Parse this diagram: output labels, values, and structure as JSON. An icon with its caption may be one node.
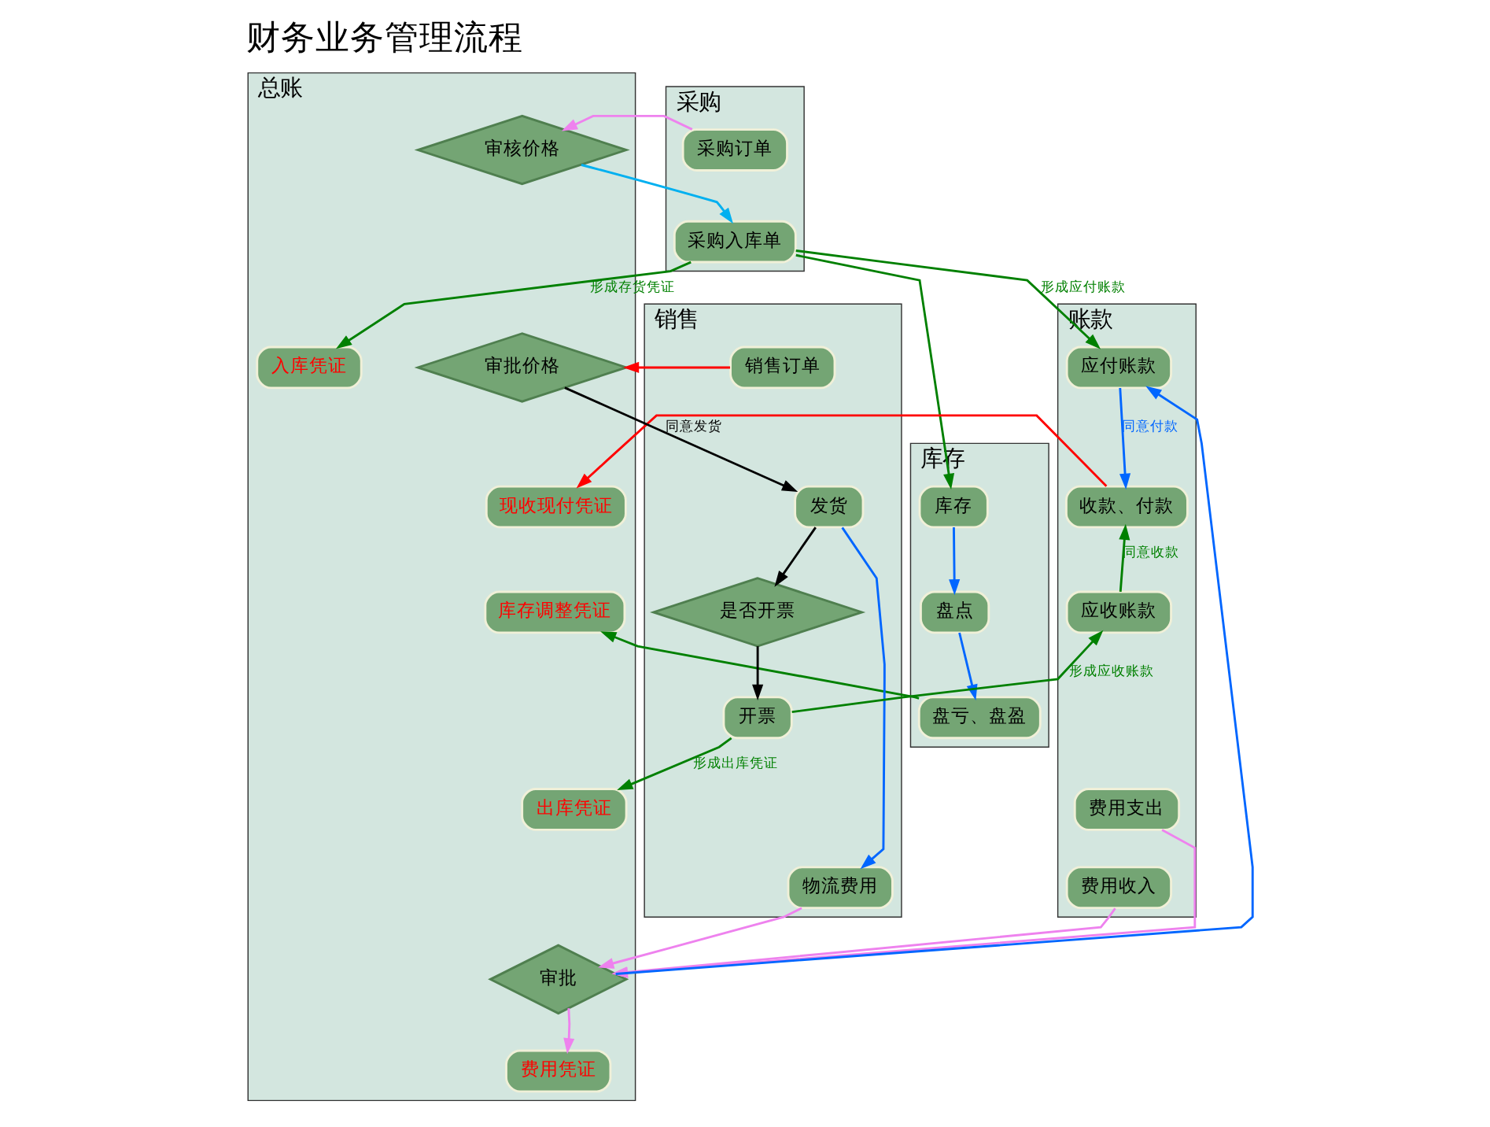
{
  "diagram": {
    "title": "财务业务管理流程",
    "nodes": [
      {
        "text": [
          "采购"
        ]
      },
      {
        "text": [
          "库存"
        ]
      },
      {
        "text": [
          "销售"
        ]
      },
      {
        "text": [
          "账款"
        ]
      },
      {
        "text": [
          "总账"
        ]
      },
      {
        "text": [
          "采购订单"
        ],
        "in": 0
      },
      {
        "text": [
          "采购入库单"
        ],
        "in": 0
      },
      {
        "text": [
          "库存"
        ],
        "in": 1
      },
      {
        "text": [
          "盘点"
        ],
        "in": 1
      },
      {
        "text": [
          "盘亏、盘盈"
        ],
        "in": 1
      },
      {
        "text": [
          "销售订单"
        ],
        "in": 2
      },
      {
        "text": [
          "发货"
        ],
        "in": 2
      },
      {
        "text": [
          "是否开票"
        ],
        "in": 2
      },
      {
        "text": [
          "开票"
        ],
        "in": 2
      },
      {
        "text": [
          "物流费用"
        ],
        "in": 2
      },
      {
        "text": [
          "应付账款"
        ],
        "in": 3
      },
      {
        "text": [
          "收款、付款"
        ],
        "in": 3
      },
      {
        "text": [
          "应收账款"
        ],
        "in": 3
      },
      {
        "text": [
          "费用支出"
        ],
        "in": 3
      },
      {
        "text": [
          "费用收入"
        ],
        "in": 3
      },
      {
        "text": [
          "审核价格"
        ],
        "in": 4
      },
      {
        "text": [
          "入库凭证"
        ],
        "in": 4
      },
      {
        "text": [
          "审批价格"
        ],
        "in": 4
      },
      {
        "text": [
          "现收现付凭证"
        ],
        "in": 4
      },
      {
        "text": [
          "库存调整凭证"
        ],
        "in": 4
      },
      {
        "text": [
          "出库凭证"
        ],
        "in": 4
      },
      {
        "text": [
          "审批"
        ],
        "in": 4
      },
      {
        "text": [
          "费用凭证"
        ],
        "in": 4
      }
    ],
    "edges": [
      {
        "from": 5,
        "to": 20,
        "arrow": "to",
        "color": "#ee82ee"
      },
      {
        "from": 20,
        "to": 6,
        "arrow": "to",
        "color": "#00b0f0"
      },
      {
        "from": 6,
        "to": 15,
        "arrow": "to",
        "label": "形成应付账款"
      },
      {
        "from": 6,
        "to": 21,
        "arrow": "to",
        "label": "形成存货凭证"
      },
      {
        "from": 6,
        "to": 7,
        "arrow": "to"
      },
      {
        "from": 7,
        "to": 8,
        "arrow": "to",
        "color": "#0066ff"
      },
      {
        "from": 8,
        "to": 9,
        "arrow": "to",
        "color": "#0066ff"
      },
      {
        "from": 10,
        "to": 22,
        "arrow": "to",
        "color": "#ff0000"
      },
      {
        "from": 22,
        "to": 11,
        "arrow": "to",
        "label": "同意发货",
        "color": "#000000"
      },
      {
        "from": 15,
        "to": 16,
        "arrow": "to",
        "label": "同意付款",
        "color": "#0066ff"
      },
      {
        "from": 16,
        "to": 23,
        "arrow": "to",
        "color": "#ff0000"
      },
      {
        "from": 17,
        "to": 16,
        "arrow": "to",
        "label": "同意收款"
      },
      {
        "from": 11,
        "to": 12,
        "arrow": "to",
        "color": "#000000"
      },
      {
        "from": 11,
        "to": 14,
        "arrow": "to",
        "color": "#0066ff"
      },
      {
        "from": 12,
        "to": 13,
        "arrow": "to",
        "color": "#000000"
      },
      {
        "from": 9,
        "to": 24,
        "arrow": "to"
      },
      {
        "from": 13,
        "to": 17,
        "arrow": "to",
        "label": "形成应收账款"
      },
      {
        "from": 13,
        "to": 25,
        "arrow": "to",
        "label": "形成出库凭证"
      },
      {
        "from": 26,
        "to": 15,
        "arrow": "to",
        "color": "#0066ff"
      },
      {
        "from": 14,
        "to": 26,
        "arrow": "to",
        "color": "#ee82ee"
      },
      {
        "from": 18,
        "to": 26,
        "arrow": "to",
        "color": "#ee82ee"
      },
      {
        "from": 19,
        "to": 26,
        "arrow": "to",
        "color": "#ee82ee"
      },
      {
        "from": 26,
        "to": 27,
        "arrow": "to",
        "color": "#ee82ee"
      }
    ]
  }
}
